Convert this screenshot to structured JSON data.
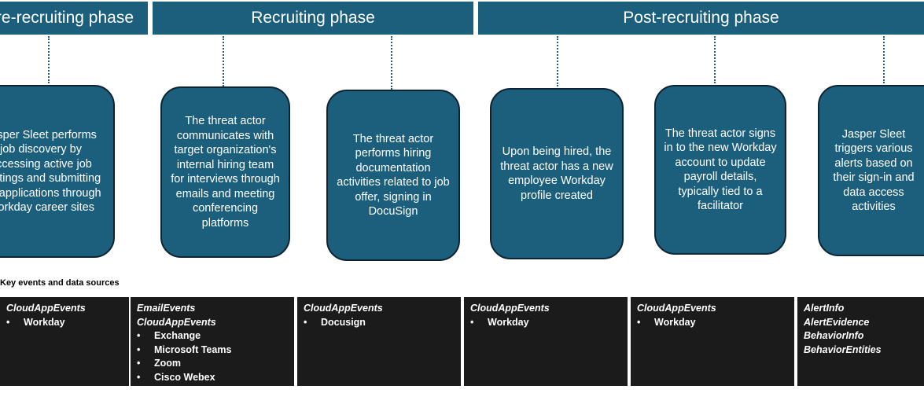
{
  "phases": [
    {
      "label": "Pre-recruiting phase"
    },
    {
      "label": "Recruiting phase"
    },
    {
      "label": "Post-recruiting phase"
    }
  ],
  "steps": [
    {
      "text": "Jasper Sleet performs job discovery by accessing active job postings and submitting job applications through Workday career sites"
    },
    {
      "text": "The threat actor communicates with target organization's internal hiring team for interviews through emails and meeting conferencing platforms"
    },
    {
      "text": "The threat actor performs hiring documentation activities related to job offer, signing in DocuSign"
    },
    {
      "text": "Upon being hired, the threat actor has a new employee Workday profile created"
    },
    {
      "text": "The threat actor signs in to the new Workday account to update payroll details, typically tied to a facilitator"
    },
    {
      "text": "Jasper Sleet triggers various alerts based on their sign-in and data access activities"
    }
  ],
  "sources_title": "Key events and data sources",
  "sources": [
    {
      "headers": [
        "CloudAppEvents"
      ],
      "items": [
        "Workday"
      ]
    },
    {
      "headers": [
        "EmailEvents",
        "CloudAppEvents"
      ],
      "items": [
        "Exchange",
        "Microsoft Teams",
        "Zoom",
        "Cisco Webex"
      ]
    },
    {
      "headers": [
        "CloudAppEvents"
      ],
      "items": [
        "Docusign"
      ]
    },
    {
      "headers": [
        "CloudAppEvents"
      ],
      "items": [
        "Workday"
      ]
    },
    {
      "headers": [
        "CloudAppEvents"
      ],
      "items": [
        "Workday"
      ]
    },
    {
      "headers": [
        "AlertInfo",
        "AlertEvidence",
        "BehaviorInfo",
        "BehaviorEntities"
      ],
      "items": []
    }
  ],
  "colors": {
    "phase_bg": "#1b5f7c",
    "card_bg": "#1b5f7c",
    "tile_bg": "#1b1b1b",
    "connector": "#1f5f7d"
  }
}
